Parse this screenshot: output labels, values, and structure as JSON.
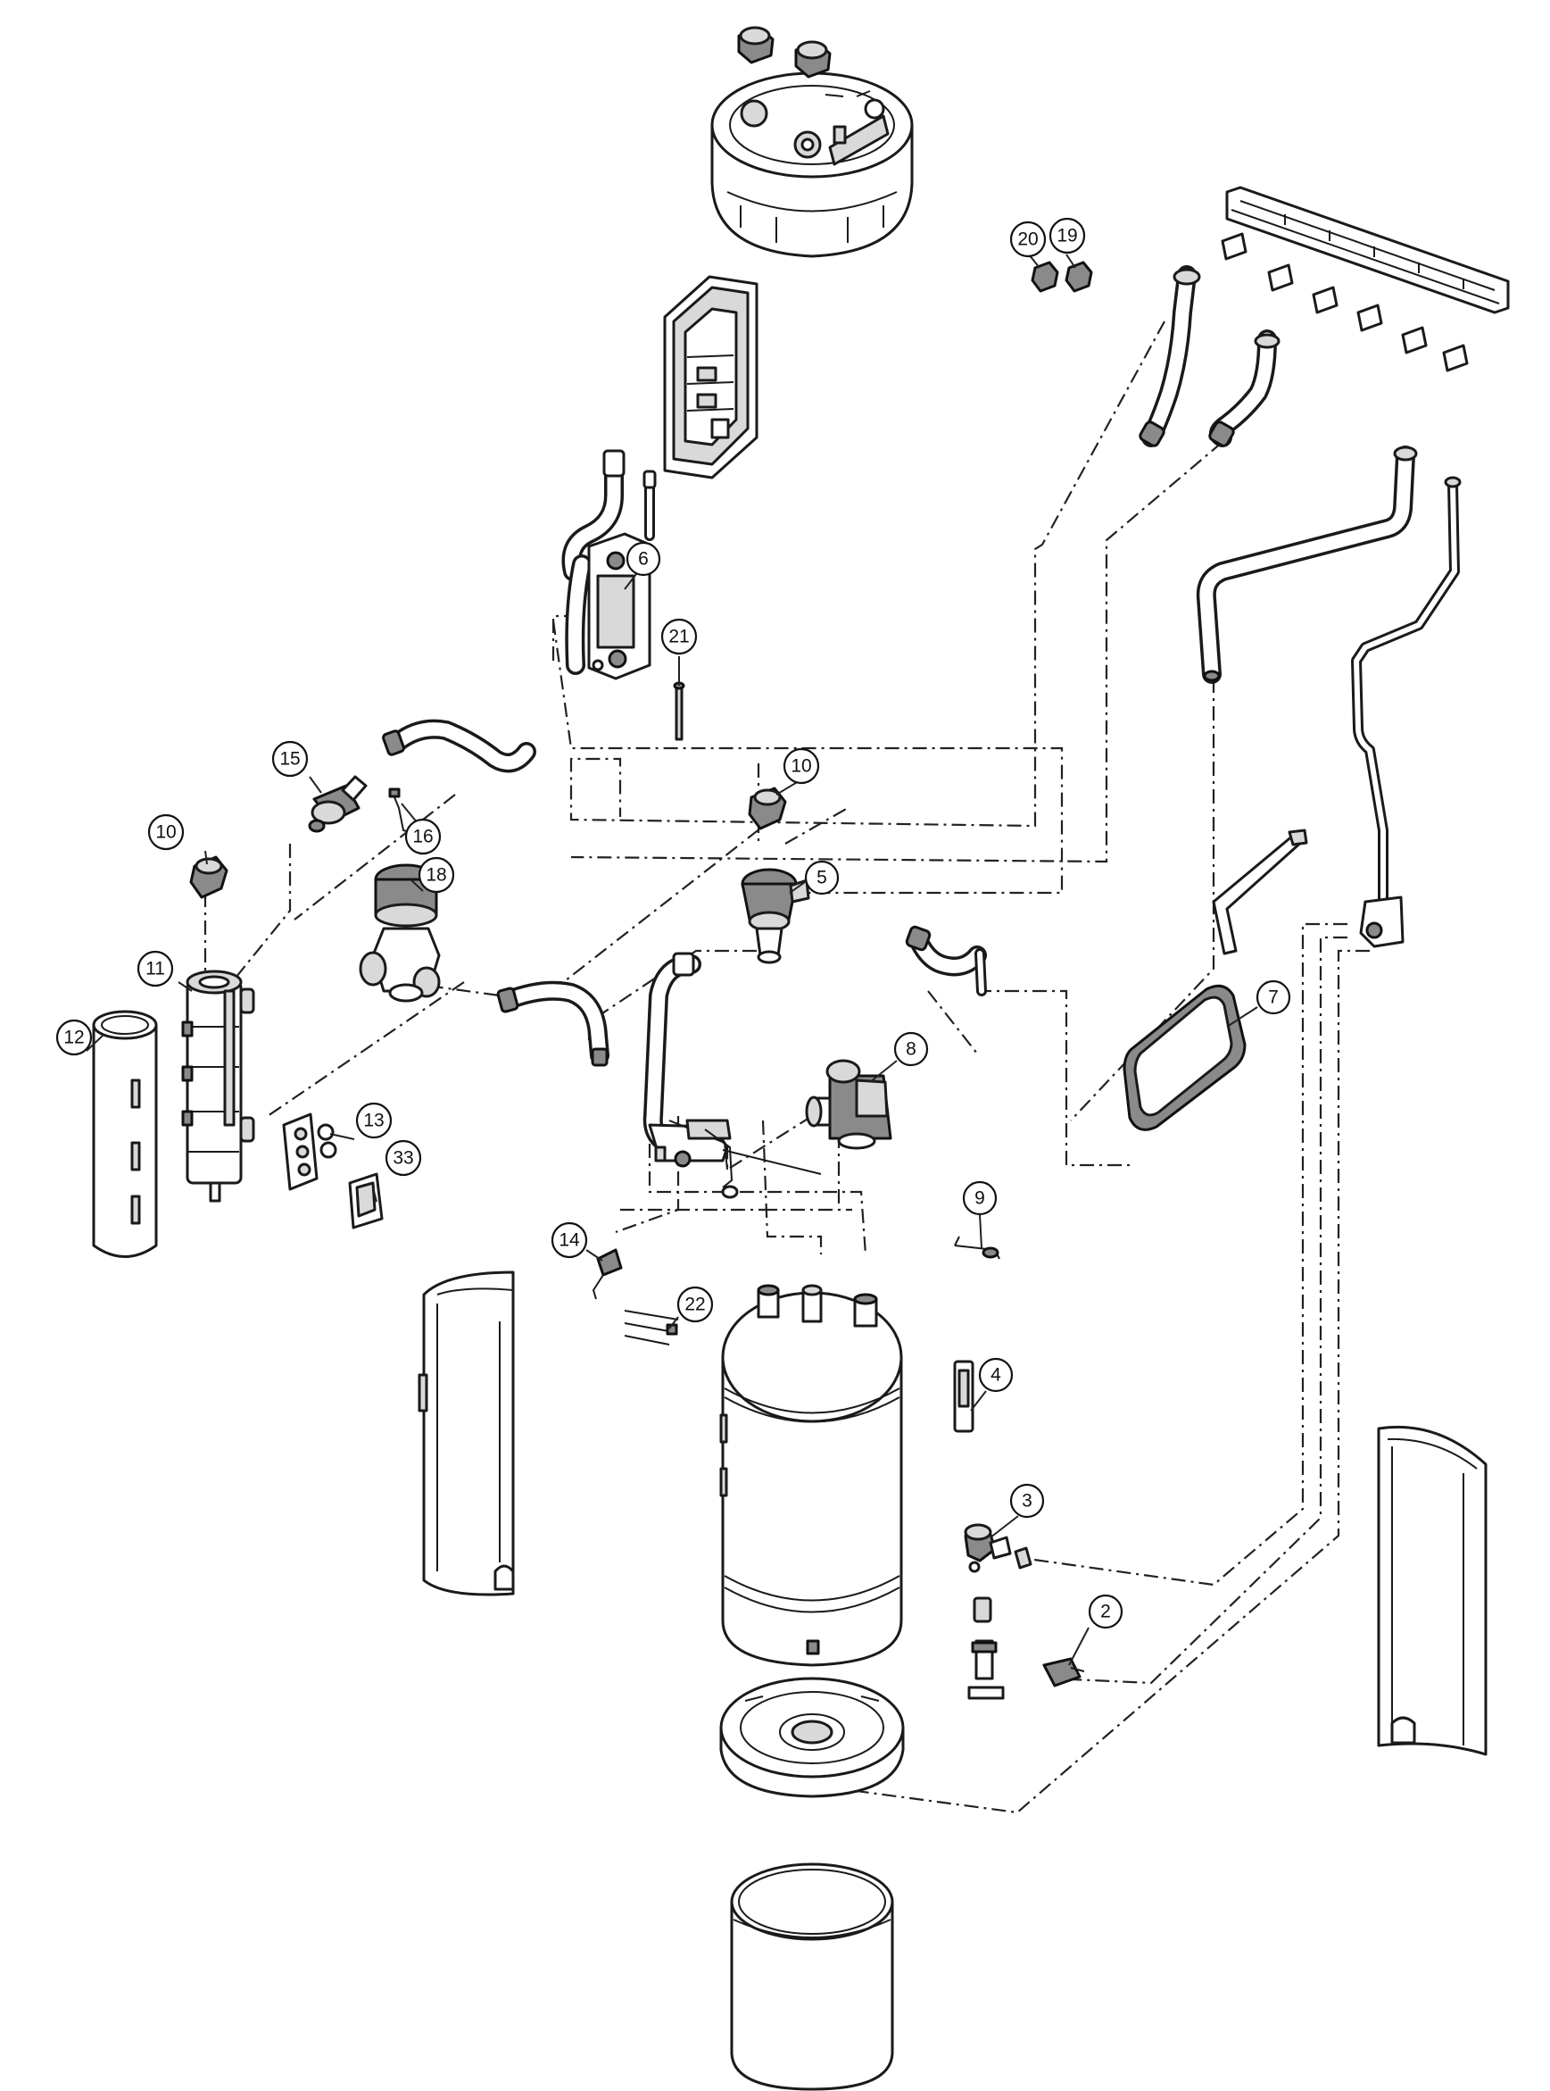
{
  "callouts": [
    {
      "label": "2"
    },
    {
      "label": "3"
    },
    {
      "label": "4"
    },
    {
      "label": "5"
    },
    {
      "label": "6"
    },
    {
      "label": "7"
    },
    {
      "label": "8"
    },
    {
      "label": "9"
    },
    {
      "label": "10"
    },
    {
      "label": "10"
    },
    {
      "label": "11"
    },
    {
      "label": "12"
    },
    {
      "label": "13"
    },
    {
      "label": "14"
    },
    {
      "label": "15"
    },
    {
      "label": "16"
    },
    {
      "label": "18"
    },
    {
      "label": "19"
    },
    {
      "label": "20"
    },
    {
      "label": "21"
    },
    {
      "label": "22"
    },
    {
      "label": "33"
    }
  ]
}
